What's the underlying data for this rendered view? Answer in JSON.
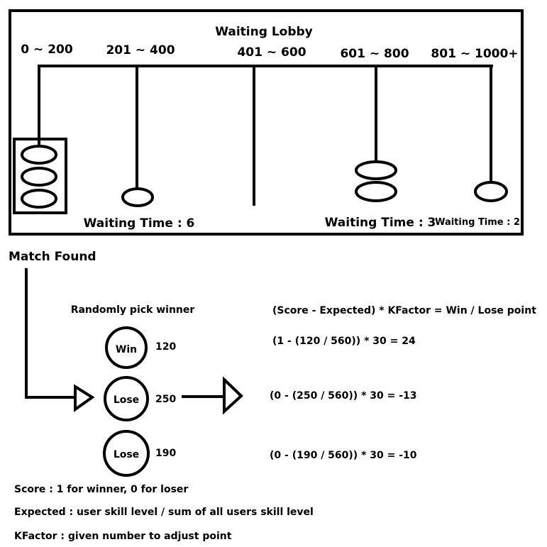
{
  "lobby": {
    "title": "Waiting Lobby",
    "ranges": [
      "0 ~ 200",
      "201 ~ 400",
      "401 ~ 600",
      "601 ~ 800",
      "801 ~ 1000+"
    ],
    "queue_counts": [
      3,
      1,
      0,
      2,
      1
    ],
    "waiting_labels": [
      "Waiting Time : 6",
      "Waiting Time : 3",
      "Waiting Time : 2"
    ]
  },
  "match": {
    "title": "Match Found",
    "subtitle": "Randomly pick winner",
    "players": [
      {
        "result": "Win",
        "score": "120"
      },
      {
        "result": "Lose",
        "score": "250"
      },
      {
        "result": "Lose",
        "score": "190"
      }
    ],
    "formula_header": "(Score - Expected) * KFactor = Win / Lose point",
    "formulas": [
      "(1 - (120 / 560)) * 30  = 24",
      "(0 - (250 / 560)) * 30 = -13",
      "(0 - (190 / 560)) * 30 = -10"
    ]
  },
  "legend": [
    "Score : 1 for winner, 0 for loser",
    "Expected : user skill level / sum of all users skill level",
    "KFactor : given number to adjust point"
  ]
}
